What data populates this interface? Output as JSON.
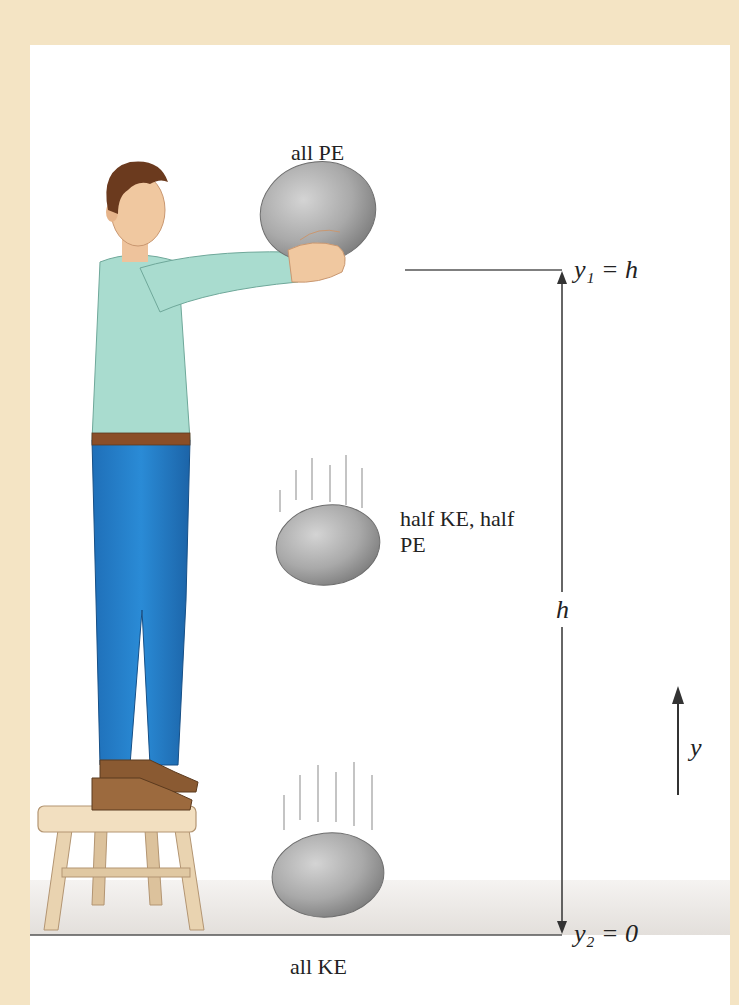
{
  "diagram": {
    "labels": [
      "all PE",
      "y₁ = h",
      "half KE, half PE",
      "h",
      "y",
      "y₂ = 0",
      "all KE"
    ]
  }
}
